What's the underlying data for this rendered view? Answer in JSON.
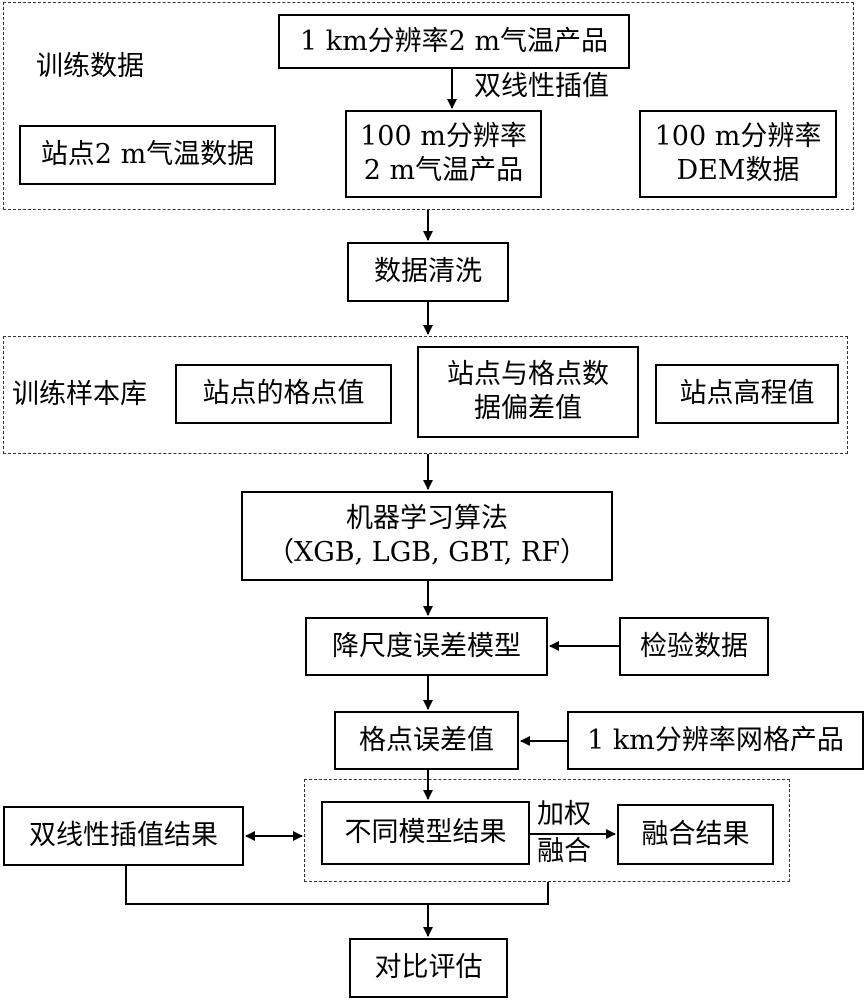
{
  "training": {
    "label": "训练数据",
    "product_1km": "1 km分辨率2 m气温产品",
    "interp_label": "双线性插值",
    "station_data": "站点2 m气温数据",
    "product_100m": [
      "100 m分辨率",
      "2 m气温产品"
    ],
    "dem_100m": [
      "100 m分辨率",
      "DEM数据"
    ]
  },
  "cleaning": "数据清洗",
  "samples": {
    "label": "训练样本库",
    "grid_value": "站点的格点值",
    "deviation": [
      "站点与格点数",
      "据偏差值"
    ],
    "elevation": "站点高程值"
  },
  "ml": [
    "机器学习算法",
    "（XGB, LGB, GBT, RF）"
  ],
  "downscale_model": "降尺度误差模型",
  "validation_data": "检验数据",
  "grid_error": "格点误差值",
  "grid_product_1km": "1 km分辨率网格产品",
  "bilinear_result": "双线性插值结果",
  "model_results": "不同模型结果",
  "weighted_fusion": [
    "加权",
    "融合"
  ],
  "fusion_result": "融合结果",
  "evaluation": "对比评估"
}
